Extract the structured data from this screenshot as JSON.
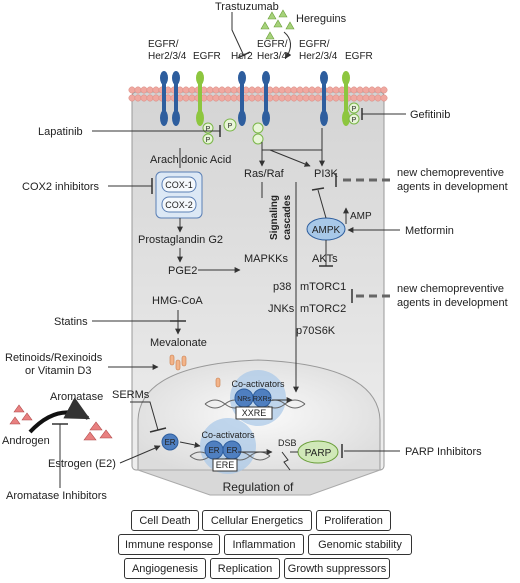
{
  "colors": {
    "receptor_blue": "#2e5e9e",
    "receptor_green": "#8dc63f",
    "membrane": "#f0a8a0",
    "cell_fill": "#e6e6e6",
    "nucleus_fill": "#f3f3f3",
    "coactivator": "#a8c8e8",
    "hereguline": "#a6d27a",
    "retinoid": "#f2b48a",
    "estrogen": "#e88080",
    "dashed_inhibitor": "#666666"
  },
  "receptors": {
    "trastuzumab": "Trastuzumab",
    "hereguins": "Hereguins",
    "egfr_her234_left": "EGFR/\nHer2/3/4",
    "egfr_left": "EGFR",
    "her2": "Her2",
    "egfr_her34_mid": "EGFR/\nHer3/4",
    "egfr_her234_right": "EGFR/\nHer2/3/4",
    "egfr_right": "EGFR",
    "phospho": "P"
  },
  "drugs": {
    "lapatinib": "Lapatinib",
    "gefitinib": "Gefitinib",
    "cox2_inhibitors": "COX2 inhibitors",
    "statins": "Statins",
    "retinoids_line1": "Retinoids/Rexinoids",
    "retinoids_line2": "or Vitamin D3",
    "serms": "SERMs",
    "aromatase": "Aromatase",
    "androgen": "Androgen",
    "estrogen": "Estrogen (E2)",
    "aromatase_inhibitors": "Aromatase Inhibitors",
    "metformin": "Metformin",
    "parp_inhibitors": "PARP Inhibitors",
    "new_agents_1_line1": "new chemopreventive",
    "new_agents_1_line2": "agents in development",
    "new_agents_2_line1": "new chemopreventive",
    "new_agents_2_line2": "agents in development"
  },
  "pathway": {
    "arachidonic_acid": "Arachidonic Acid",
    "cox1": "COX-1",
    "cox2": "COX-2",
    "prostaglandin": "Prostaglandin G2",
    "pge2": "PGE2",
    "hmg_coa": "HMG-CoA",
    "mevalonate": "Mevalonate",
    "ras_raf": "Ras/Raf",
    "pi3k": "PI3K",
    "signaling_line1": "Signaling",
    "signaling_line2": "cascades",
    "ampk": "AMPK",
    "amp": "AMP",
    "mapkks": "MAPKKs",
    "akts": "AKTs",
    "p38": "p38",
    "mtorc1": "mTORC1",
    "jnks": "JNKs",
    "mtorc2": "mTORC2",
    "p70s6k": "p70S6K"
  },
  "nucleus": {
    "coactivators_top": "Co-activators",
    "nrs": "NRs",
    "rxrs": "RXRs",
    "xxre": "XXRE",
    "coactivators_bottom": "Co-activators",
    "er": "ER",
    "ere": "ERE",
    "dsb": "DSB",
    "parp": "PARP"
  },
  "regulation": {
    "title": "Regulation of",
    "row1": [
      "Cell Death",
      "Cellular Energetics",
      "Proliferation"
    ],
    "row2": [
      "Immune response",
      "Inflammation",
      "Genomic stability"
    ],
    "row3": [
      "Angiogenesis",
      "Replication",
      "Growth suppressors"
    ]
  }
}
